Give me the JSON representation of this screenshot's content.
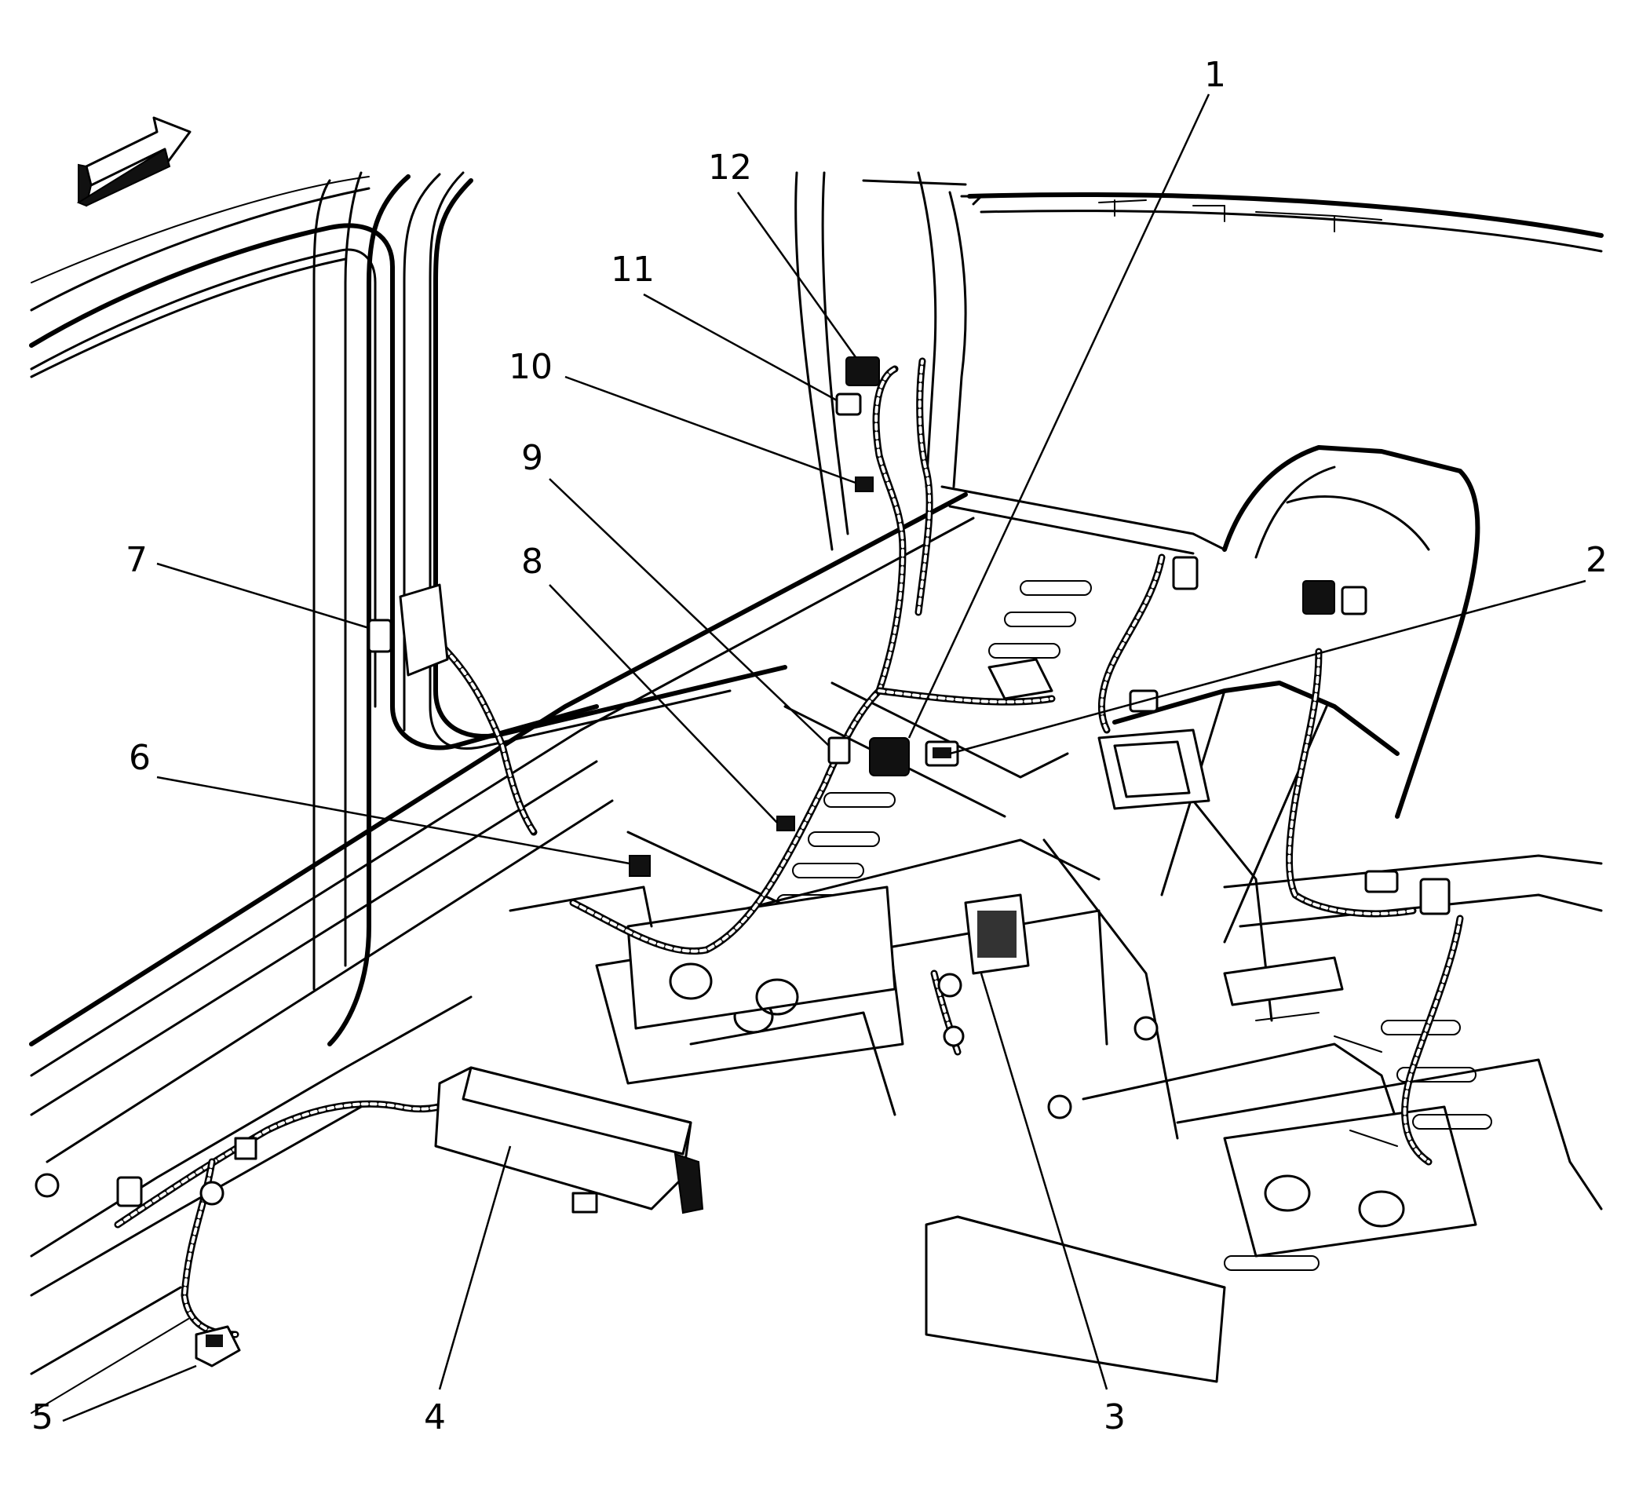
{
  "callouts": [
    {
      "id": "1",
      "label": "1"
    },
    {
      "id": "2",
      "label": "2"
    },
    {
      "id": "3",
      "label": "3"
    },
    {
      "id": "4",
      "label": "4"
    },
    {
      "id": "5",
      "label": "5"
    },
    {
      "id": "6",
      "label": "6"
    },
    {
      "id": "7",
      "label": "7"
    },
    {
      "id": "8",
      "label": "8"
    },
    {
      "id": "9",
      "label": "9"
    },
    {
      "id": "10",
      "label": "10"
    },
    {
      "id": "11",
      "label": "11"
    },
    {
      "id": "12",
      "label": "12"
    }
  ],
  "icons": {
    "direction": "forward-arrow-icon"
  }
}
